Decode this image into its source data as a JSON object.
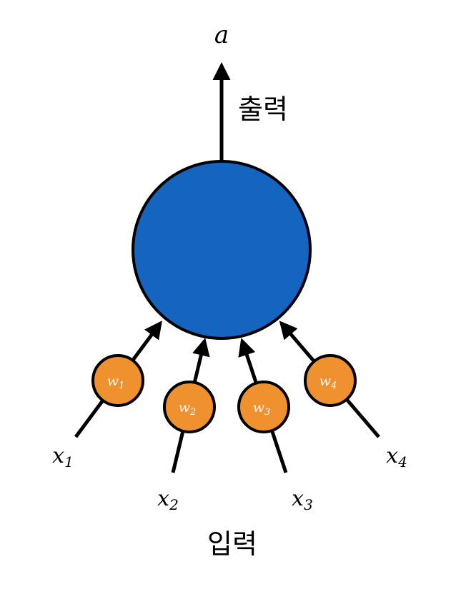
{
  "output": {
    "symbol": "a",
    "caption": "출력"
  },
  "input_caption": "입력",
  "colors": {
    "neuron": "#1565C0",
    "weight": "#F0912F",
    "stroke": "#000000",
    "background": "#ffffff"
  },
  "inputs": [
    {
      "var": "x",
      "sub": "1",
      "weight": "w",
      "weight_sub": "1"
    },
    {
      "var": "x",
      "sub": "2",
      "weight": "w",
      "weight_sub": "2"
    },
    {
      "var": "x",
      "sub": "3",
      "weight": "w",
      "weight_sub": "3"
    },
    {
      "var": "x",
      "sub": "4",
      "weight": "w",
      "weight_sub": "4"
    }
  ]
}
